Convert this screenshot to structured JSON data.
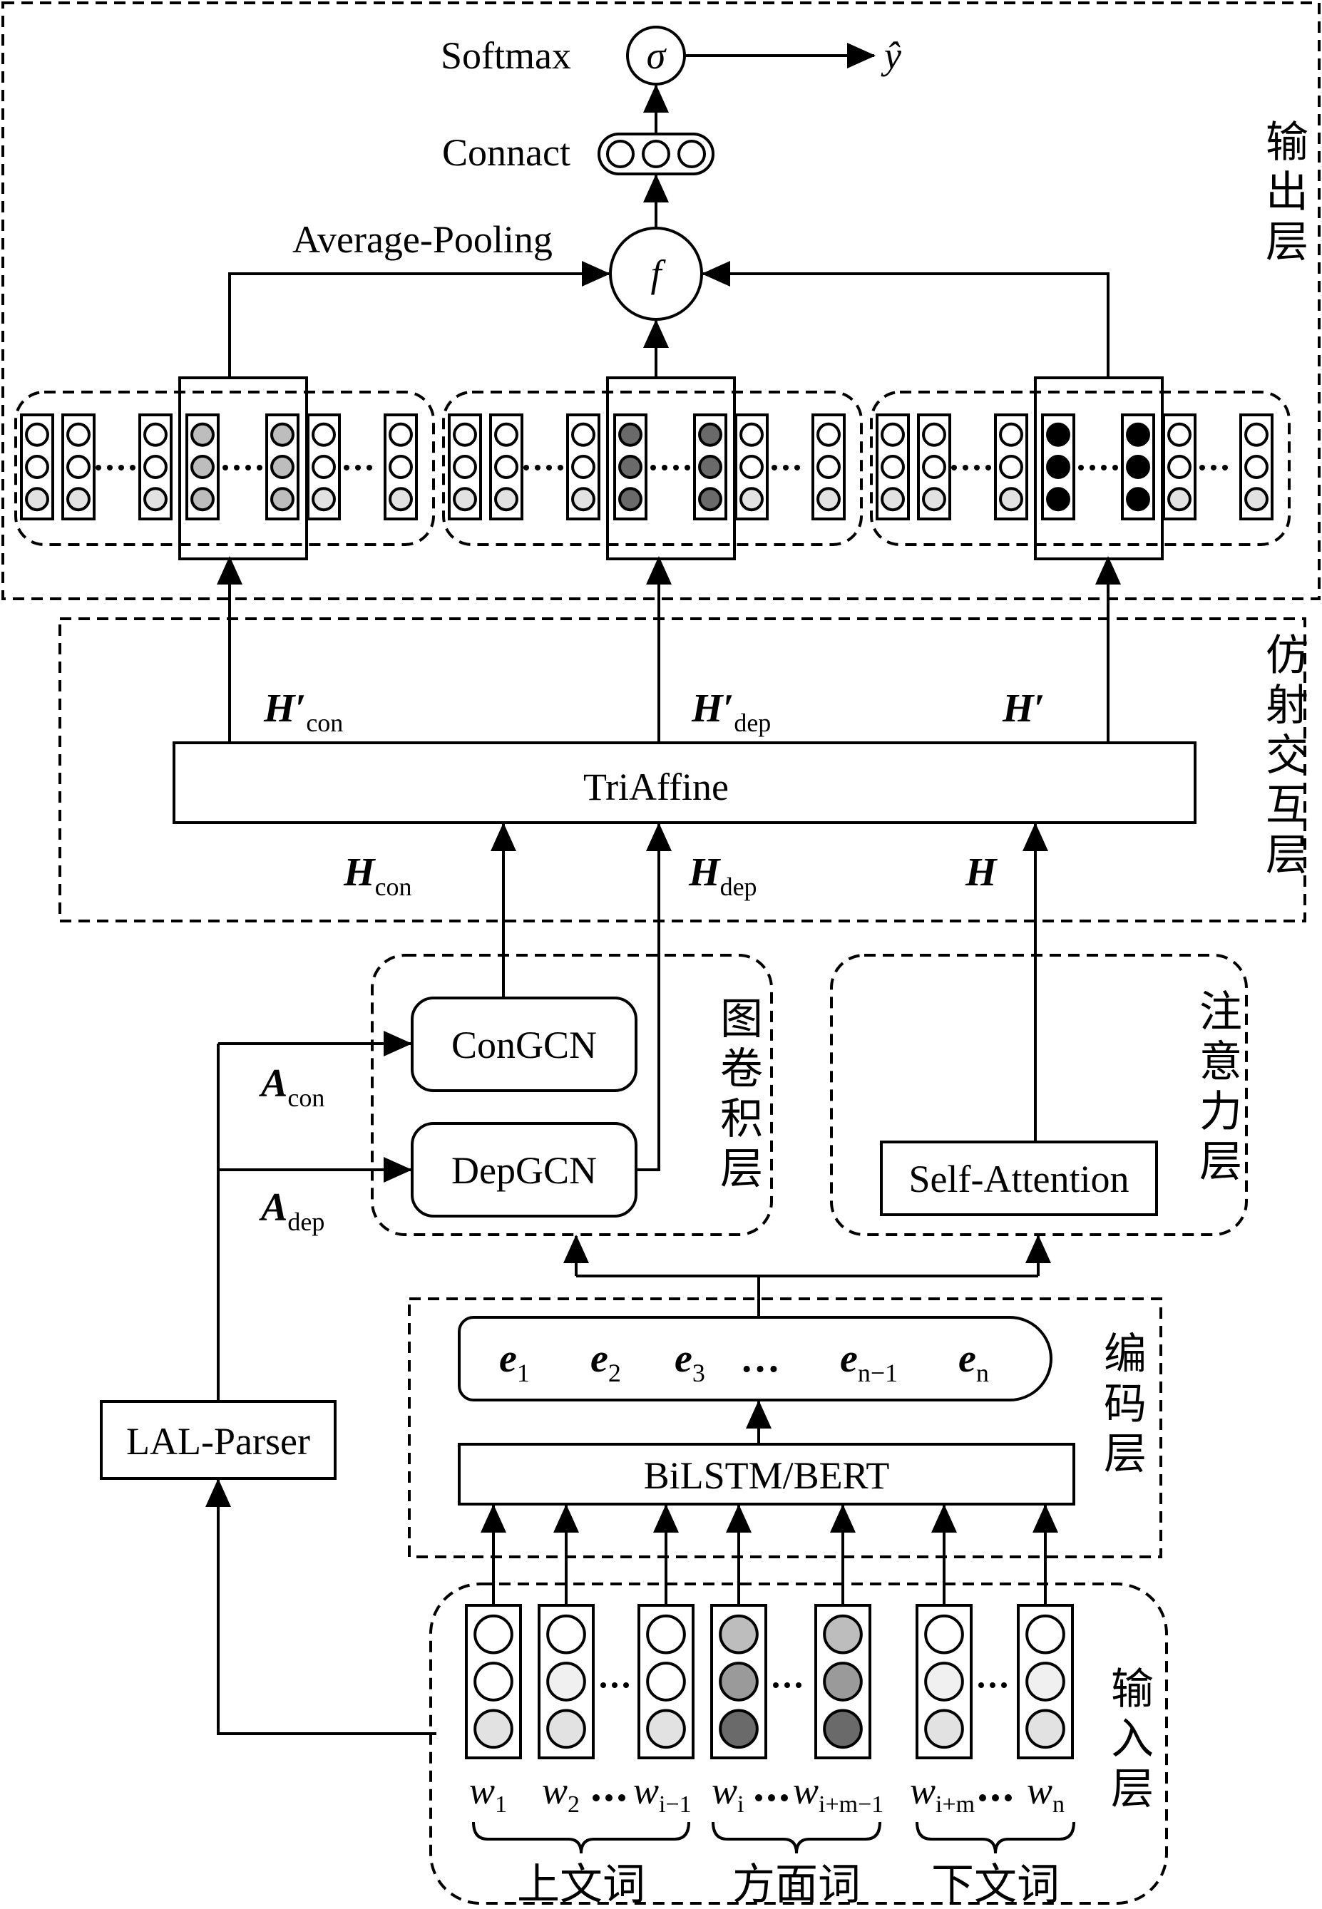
{
  "layers": {
    "output": "输\n出\n层",
    "affine": "仿\n射\n交\n互\n层",
    "gcn": "图\n卷\n积\n层",
    "attention": "注\n意\n力\n层",
    "encoder": "编\n码\n层",
    "input": "输\n入\n层"
  },
  "nodes": {
    "softmax": "Softmax",
    "sigma": "σ",
    "y_hat": "ŷ",
    "connact": "Connact",
    "average_pooling": "Average-Pooling",
    "f": "f",
    "triaffine": "TriAffine",
    "congcn": "ConGCN",
    "depgcn": "DepGCN",
    "self_attention": "Self-Attention",
    "bilstm_bert": "BiLSTM/BERT",
    "lal_parser": "LAL-Parser"
  },
  "math_labels": {
    "h_con_prime": {
      "main": "H′",
      "sub": "con"
    },
    "h_dep_prime": {
      "main": "H′",
      "sub": "dep"
    },
    "h_prime": {
      "main": "H′",
      "sub": ""
    },
    "h_con": {
      "main": "H",
      "sub": "con"
    },
    "h_dep": {
      "main": "H",
      "sub": "dep"
    },
    "h": {
      "main": "H",
      "sub": ""
    },
    "a_con": {
      "main": "A",
      "sub": "con"
    },
    "a_dep": {
      "main": "A",
      "sub": "dep"
    }
  },
  "embeddings": [
    {
      "main": "e",
      "sub": "1"
    },
    {
      "main": "e",
      "sub": "2"
    },
    {
      "main": "e",
      "sub": "3"
    },
    {
      "main": "…",
      "sub": ""
    },
    {
      "main": "e",
      "sub": "n−1"
    },
    {
      "main": "e",
      "sub": "n"
    }
  ],
  "words": [
    {
      "main": "w",
      "sub": "1"
    },
    {
      "main": "w",
      "sub": "2"
    },
    {
      "main": "w",
      "sub": "i−1"
    },
    {
      "main": "w",
      "sub": "i"
    },
    {
      "main": "w",
      "sub": "i+m−1"
    },
    {
      "main": "w",
      "sub": "i+m"
    },
    {
      "main": "w",
      "sub": "n"
    }
  ],
  "groups": {
    "left_context": "上文词",
    "aspect": "方面词",
    "right_context": "下文词"
  },
  "colors": {
    "light": "#e2e2e2",
    "lighter": "#f0f0f0",
    "white": "#ffffff",
    "mid": "#9a9a9a",
    "midlight": "#bdbdbd",
    "dark": "#6a6a6a",
    "black": "#000000"
  }
}
